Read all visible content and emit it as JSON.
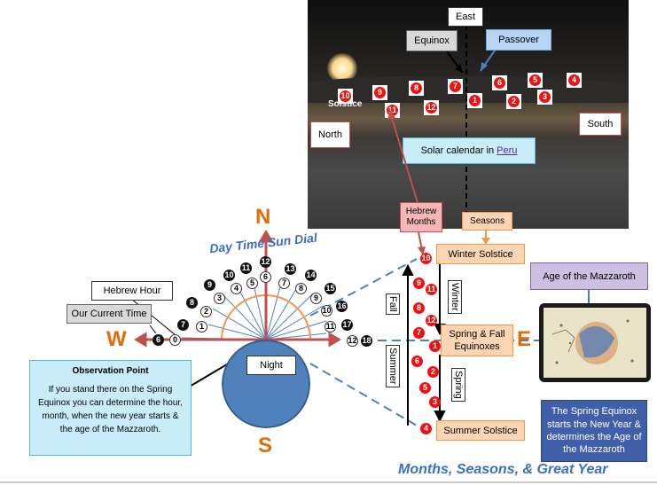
{
  "photo": {
    "east": "East",
    "equinox": "Equinox",
    "passover": "Passover",
    "solstice": "Solstice",
    "north": "North",
    "south": "South",
    "caption_prefix": "Solar calendar in ",
    "caption_link": "Peru",
    "markers": [
      "10",
      "9",
      "8",
      "7",
      "6",
      "5",
      "4",
      "1",
      "2",
      "3",
      "11",
      "12"
    ]
  },
  "compass": {
    "north": "N",
    "south": "S",
    "west": "W",
    "east": "E"
  },
  "sundial": {
    "title": "Day Time Sun Dial",
    "night": "Night",
    "hebrew_hour": "Hebrew Hour",
    "current_time": "Our Current Time",
    "left_black": [
      "6",
      "7",
      "8",
      "9",
      "10",
      "11"
    ],
    "left_white": [
      "0",
      "1",
      "2",
      "3",
      "4",
      "5"
    ],
    "top_black": "12",
    "top_white": "6",
    "right_black": [
      "13",
      "14",
      "15",
      "16",
      "17",
      "18"
    ],
    "right_white": [
      "7",
      "8",
      "9",
      "10",
      "11",
      "12"
    ]
  },
  "observation": {
    "title": "Observation Point",
    "body": "If you stand there on the Spring Equinox you can determine the hour, month, when the new year starts & the age of the Mazzaroth."
  },
  "seasons": {
    "hebrew_months": "Hebrew Months",
    "seasons": "Seasons",
    "winter_solstice": "Winter Solstice",
    "equinoxes": "Spring & Fall Equinoxes",
    "summer_solstice": "Summer Solstice",
    "fall": "Fall",
    "winter": "Winter",
    "summer": "Summer",
    "spring": "Spring",
    "months_top": [
      "10",
      "9",
      "11",
      "8",
      "12",
      "7",
      "1"
    ],
    "months_bottom": [
      "6",
      "2",
      "5",
      "3",
      "4"
    ]
  },
  "mazzaroth": {
    "age_label": "Age of the Mazzaroth",
    "note": "The Spring Equinox starts the New Year & determines the Age of the Mazzaroth"
  },
  "footer": {
    "title": "Months, Seasons, & Great Year"
  }
}
